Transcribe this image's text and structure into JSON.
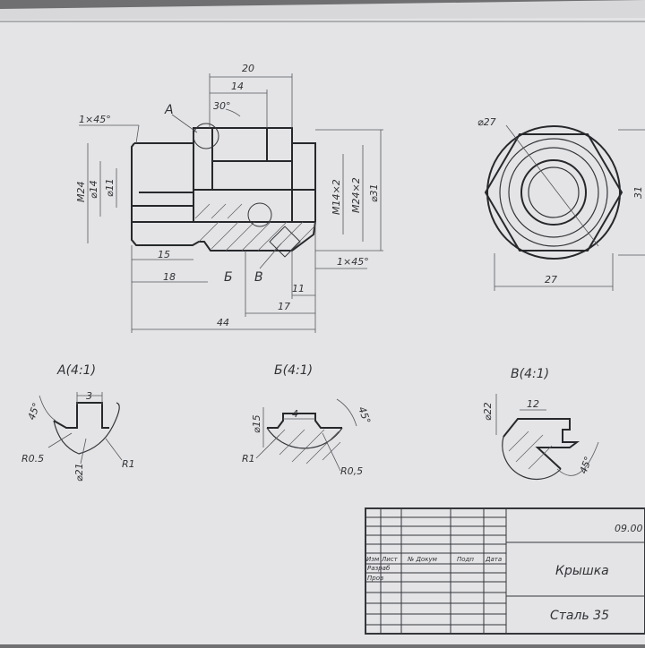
{
  "main_view": {
    "dims": {
      "d20": "20",
      "d14": "14",
      "angle30": "30°",
      "chamfer_top": "1×45°",
      "m24": "M24",
      "d14dia": "⌀14",
      "d11": "⌀11",
      "m14": "M14×2",
      "m24x2": "M24×2",
      "d31": "⌀31",
      "d15": "15",
      "d18": "18",
      "d11b": "11",
      "chamfer_bot": "1×45°",
      "d17": "17",
      "d44": "44"
    },
    "labels": {
      "a": "A",
      "b": "Б",
      "v": "В"
    }
  },
  "side_view": {
    "d27": "⌀27",
    "w27": "27",
    "h31": "31"
  },
  "details": {
    "a": {
      "title": "А(4:1)",
      "w": "3",
      "angle": "45°",
      "r05": "R0.5",
      "d21": "⌀21",
      "r1": "R1"
    },
    "b": {
      "title": "Б(4:1)",
      "w": "4",
      "d15": "⌀15",
      "angle": "45°",
      "r1": "R1",
      "r05": "R0,5"
    },
    "v": {
      "title": "В(4:1)",
      "w": "12",
      "d22": "⌀22",
      "angle": "45°"
    }
  },
  "title_block": {
    "code": "09.00",
    "name": "Крышка",
    "material": "Сталь 35",
    "rows": {
      "izm": "Изм",
      "list": "Лист",
      "doc": "№ Докум",
      "sign": "Подп",
      "date": "Дата",
      "razrab": "Разраб",
      "prov": "Пров"
    }
  }
}
